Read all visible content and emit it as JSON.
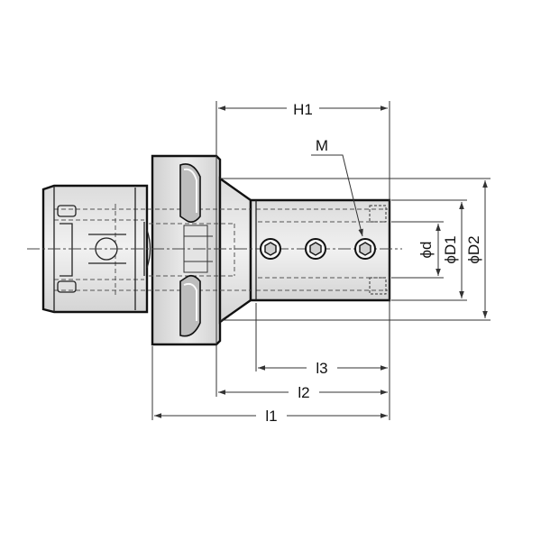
{
  "drawing": {
    "part": "tool-holder-side-lock",
    "colors": {
      "line": "#111111",
      "body_fill": "#e9e9e9",
      "body_fill_dark": "#d6d6d6",
      "hidden_line": "#555555",
      "dimension_line": "#333333",
      "background": "#ffffff"
    },
    "labels": {
      "H1": "H1",
      "M": "M",
      "d": "ϕd",
      "D1": "ϕD1",
      "D2": "ϕD2",
      "l1": "l1",
      "l2": "l2",
      "l3": "l3"
    }
  }
}
